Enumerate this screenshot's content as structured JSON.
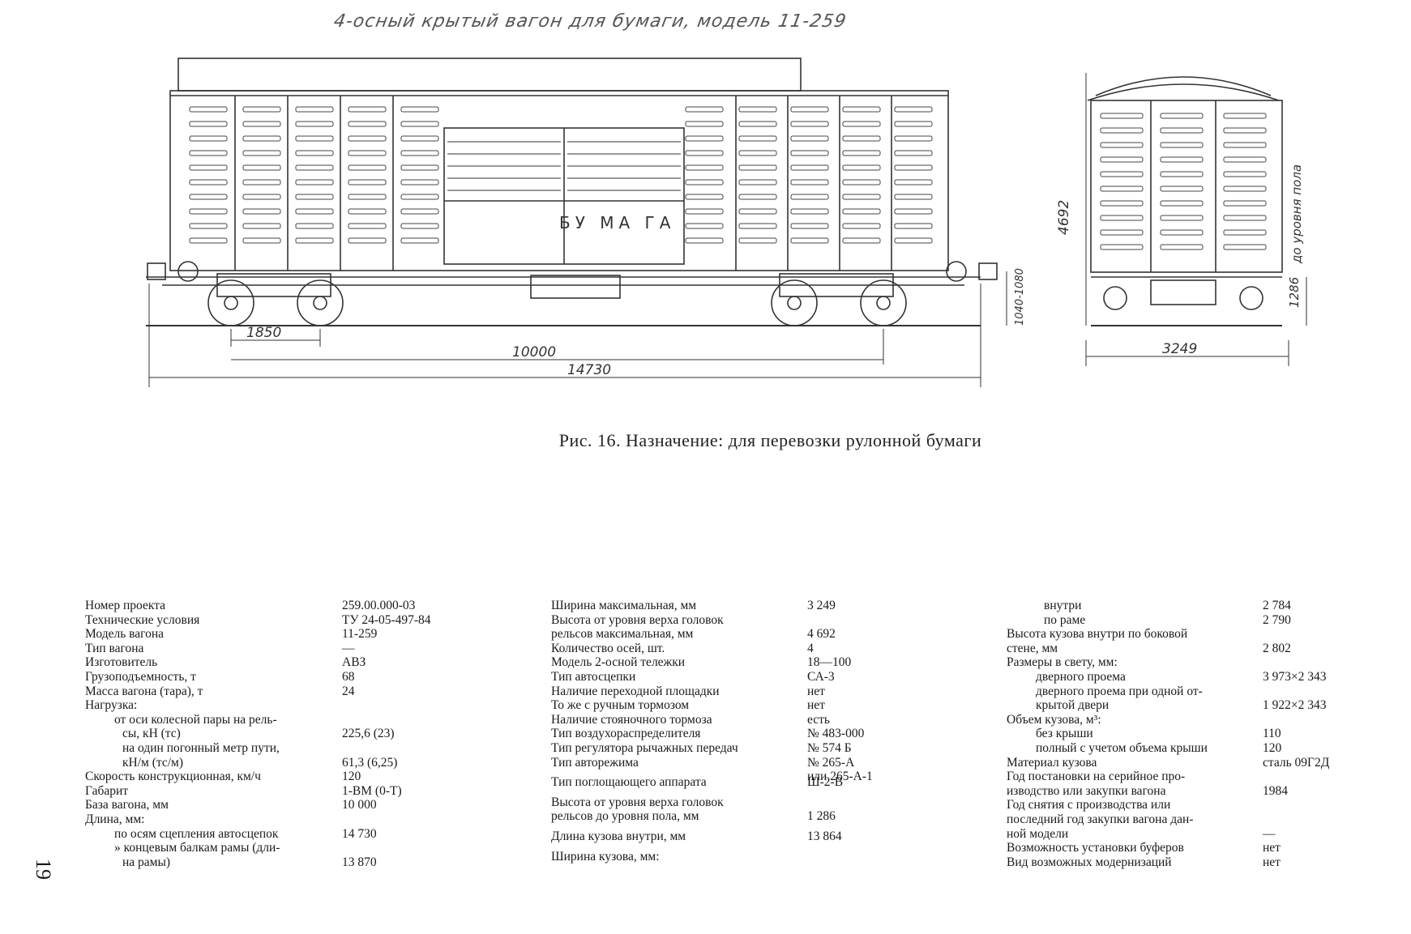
{
  "drawing": {
    "handwritten_title": "4-осный крытый вагон для бумаги, модель 11-259",
    "side_lettering": "БУ МА ГА",
    "dimensions": {
      "d1850": "1850",
      "d10000": "10000",
      "d14730": "14730",
      "d1040": "1040-1080",
      "d4692": "4692",
      "d1286": "1286",
      "d3249": "3249",
      "floor_note": "до уровня пола"
    }
  },
  "caption": "Рис. 16. Назначение: для перевозки рулонной бумаги",
  "page_number": "19",
  "col1": [
    {
      "label": "Номер проекта",
      "value": "259.00.000-03"
    },
    {
      "label": "Технические условия",
      "value": "ТУ 24-05-497-84"
    },
    {
      "label": "Модель вагона",
      "value": "11-259"
    },
    {
      "label": "Тип вагона",
      "value": "—"
    },
    {
      "label": "Изготовитель",
      "value": "АВЗ"
    },
    {
      "label": "Грузоподъемность, т",
      "value": "68"
    },
    {
      "label": "Масса вагона (тара), т",
      "value": "24"
    },
    {
      "label": "Нагрузка:",
      "value": ""
    },
    {
      "label": "от оси колесной пары на рель-",
      "value": "",
      "indent": 1
    },
    {
      "label": "сы, кН (тс)",
      "value": "225,6 (23)",
      "indent": 2
    },
    {
      "label": "на один погонный метр пути,",
      "value": "",
      "indent": 2
    },
    {
      "label": "кН/м (тс/м)",
      "value": "61,3 (6,25)",
      "indent": 2
    },
    {
      "label": "Скорость конструкционная, км/ч",
      "value": "120"
    },
    {
      "label": "Габарит",
      "value": "1-ВМ (0-Т)"
    },
    {
      "label": "База вагона, мм",
      "value": "10 000"
    },
    {
      "label": "Длина, мм:",
      "value": ""
    },
    {
      "label": "по осям сцепления автосцепок",
      "value": "14 730",
      "indent": 1
    },
    {
      "label": "» концевым балкам рамы (дли-",
      "value": "",
      "indent": 1
    },
    {
      "label": "на рамы)",
      "value": "13 870",
      "indent": 2
    }
  ],
  "col2": [
    {
      "label": "Ширина максимальная, мм",
      "value": "3 249"
    },
    {
      "label": "Высота от уровня верха головок",
      "value": ""
    },
    {
      "label": "рельсов максимальная, мм",
      "value": "4 692"
    },
    {
      "label": "Количество осей, шт.",
      "value": "4"
    },
    {
      "label": "Модель 2-осной тележки",
      "value": "18—100"
    },
    {
      "label": "Тип автосцепки",
      "value": "СА-3"
    },
    {
      "label": "Наличие переходной площадки",
      "value": "нет"
    },
    {
      "label": "То же с ручным тормозом",
      "value": "нет"
    },
    {
      "label": "Наличие стояночного тормоза",
      "value": "есть"
    },
    {
      "label": "Тип воздухораспределителя",
      "value": "№ 483-000"
    },
    {
      "label": "Тип регулятора рычажных передач",
      "value": "№ 574 Б"
    },
    {
      "label": "Тип авторежима",
      "value": "№ 265-А"
    },
    {
      "label": "",
      "value": "или 265-А-1"
    },
    {
      "label": "Тип поглощающего аппарата",
      "value": "Ш-2-В",
      "gap": true
    },
    {
      "label": "Высота от уровня верха головок",
      "value": "",
      "gap": true
    },
    {
      "label": "рельсов до уровня пола, мм",
      "value": "1 286"
    },
    {
      "label": "Длина кузова внутри, мм",
      "value": "13 864",
      "gap": true
    },
    {
      "label": "Ширина кузова, мм:",
      "value": "",
      "gap": true
    }
  ],
  "col3": [
    {
      "label": "внутри",
      "value": "2 784",
      "indent": 2
    },
    {
      "label": "по раме",
      "value": "2 790",
      "indent": 2
    },
    {
      "label": "Высота кузова внутри по боковой",
      "value": ""
    },
    {
      "label": "стене, мм",
      "value": "2 802"
    },
    {
      "label": "Размеры в свету, мм:",
      "value": ""
    },
    {
      "label": "дверного проема",
      "value": "3 973×2 343",
      "indent": 1
    },
    {
      "label": "дверного проема при одной от-",
      "value": "",
      "indent": 1
    },
    {
      "label": "крытой двери",
      "value": "1 922×2 343",
      "indent": 1
    },
    {
      "label": "Объем кузова, м³:",
      "value": ""
    },
    {
      "label": "без крыши",
      "value": "110",
      "indent": 1
    },
    {
      "label": "полный с учетом объема крыши",
      "value": "120",
      "indent": 1
    },
    {
      "label": "Материал кузова",
      "value": "сталь 09Г2Д"
    },
    {
      "label": "Год постановки на серийное про-",
      "value": ""
    },
    {
      "label": "изводство или закупки вагона",
      "value": "1984"
    },
    {
      "label": "Год снятия с производства или",
      "value": ""
    },
    {
      "label": "последний год закупки вагона дан-",
      "value": ""
    },
    {
      "label": "ной модели",
      "value": "—"
    },
    {
      "label": "Возможность установки буферов",
      "value": "нет"
    },
    {
      "label": "Вид возможных модернизаций",
      "value": "нет"
    }
  ]
}
